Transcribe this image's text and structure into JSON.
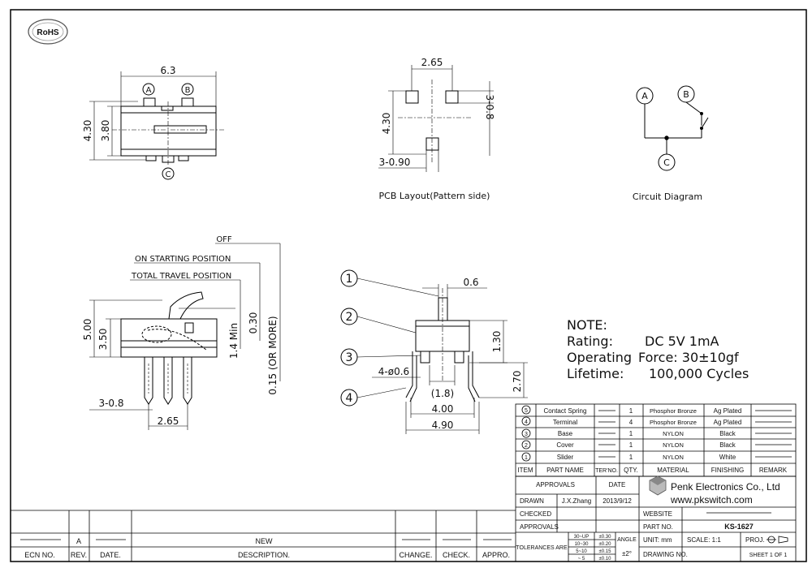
{
  "rohs": "RoHS",
  "top_view": {
    "dim_width": "6.3",
    "dim_height_outer": "4.30",
    "dim_height_inner": "3.80",
    "pins": [
      "A",
      "B",
      "C"
    ]
  },
  "pcb_layout": {
    "title": "PCB Layout(Pattern side)",
    "dim_pitch": "2.65",
    "dim_height": "4.30",
    "dim_pad": "3-0.8",
    "dim_hole": "3-0.90"
  },
  "circuit": {
    "title": "Circuit Diagram",
    "nodes": [
      "A",
      "B",
      "C"
    ]
  },
  "side_view": {
    "off": "OFF",
    "on_start": "ON STARTING POSITION",
    "total_travel": "TOTAL TRAVEL POSITION",
    "dim_5_00": "5.00",
    "dim_3_50": "3.50",
    "dim_1_4": "1.4 Min",
    "dim_0_30": "0.30",
    "dim_0_15": "0.15 (OR MORE)",
    "dim_3_08": "3-0.8",
    "dim_2_65": "2.65"
  },
  "front_view": {
    "callouts": [
      "1",
      "2",
      "3",
      "4"
    ],
    "dim_0_6": "0.6",
    "dim_1_30": "1.30",
    "dim_4phi": "4-ø0.6",
    "dim_1_8": "(1.8)",
    "dim_2_70": "2.70",
    "dim_4_00": "4.00",
    "dim_4_90": "4.90"
  },
  "note": {
    "heading": "NOTE:",
    "rows": [
      {
        "label": "Rating:",
        "value": "DC 5V 1mA"
      },
      {
        "label": "Operating",
        "value": "Force: 30±10gf"
      },
      {
        "label": "Lifetime:",
        "value": "100,000 Cycles"
      }
    ]
  },
  "bom": {
    "rows": [
      {
        "item": "5",
        "part": "Contact Spring",
        "ter": "",
        "qty": "1",
        "material": "Phosphor Bronze",
        "finish": "Ag Plated"
      },
      {
        "item": "4",
        "part": "Terminal",
        "ter": "",
        "qty": "4",
        "material": "Phosphor Bronze",
        "finish": "Ag Plated"
      },
      {
        "item": "3",
        "part": "Base",
        "ter": "",
        "qty": "1",
        "material": "NYLON",
        "finish": "Black"
      },
      {
        "item": "2",
        "part": "Cover",
        "ter": "",
        "qty": "1",
        "material": "NYLON",
        "finish": "Black"
      },
      {
        "item": "1",
        "part": "Slider",
        "ter": "",
        "qty": "1",
        "material": "NYLON",
        "finish": "White"
      }
    ],
    "headers": [
      "ITEM",
      "PART NAME",
      "TER'NO.",
      "QTY.",
      "MATERIAL",
      "FINISHING",
      "REMARK"
    ]
  },
  "title_block": {
    "approvals": "APPROVALS",
    "date": "DATE",
    "drawn": "DRAWN",
    "drawn_by": "J.X.Zhang",
    "drawn_date": "2013/9/12",
    "checked": "CHECKED",
    "approvals2": "APPROVALS",
    "company": "Penk Electronics Co., Ltd",
    "url": "www.pkswitch.com",
    "website": "WEBSITE",
    "part_no_label": "PART NO.",
    "part_no": "KS-1627",
    "tolerances": "TOLERANCES ARE",
    "tol_ranges": [
      "30~UP",
      "10~30",
      "5~10",
      "~ 5"
    ],
    "tol_values": [
      "±0.30",
      "±0.20",
      "±0.15",
      "±0.10"
    ],
    "angle": "ANGLE",
    "angle_val": "±2°",
    "unit": "UNIT: mm",
    "scale": "SCALE: 1:1",
    "proj": "PROJ.",
    "drawing_no": "DRAWING NO.",
    "sheet": "SHEET 1 OF 1"
  },
  "revision": {
    "rev": "A",
    "desc": "NEW",
    "headers": [
      "ECN NO.",
      "REV.",
      "DATE.",
      "DESCRIPTION.",
      "CHANGE.",
      "CHECK.",
      "APPRO."
    ]
  }
}
